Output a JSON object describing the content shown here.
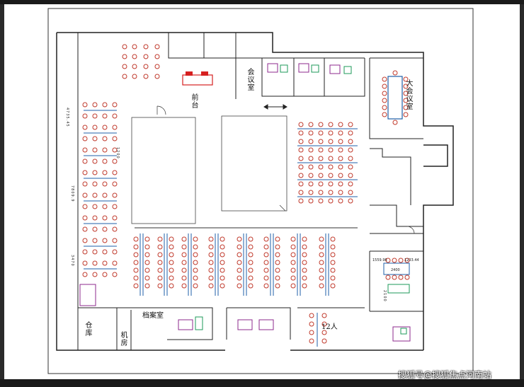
{
  "rooms": {
    "reception": "前台",
    "meeting_room": "会议室",
    "large_meeting_room": "大会议室",
    "archive_room": "档案室",
    "warehouse": "仓库",
    "server_room": "机房",
    "twelve_person": "12人"
  },
  "dimensions": {
    "d1": "4735.45",
    "d2": "7809.9",
    "d3": "3470",
    "d4": "1200",
    "d5": "1559.96",
    "d6": "1233.44",
    "d7": "2400",
    "d8": "2100"
  },
  "watermark": "搜狐号@搜狐焦点河南站",
  "colors": {
    "wall": "#222222",
    "chair": "#c0392b",
    "desk": "#1f5fa8",
    "desk_green": "#1e9a5a",
    "sofa": "#8e2a8e",
    "reception_red": "#d62020"
  }
}
